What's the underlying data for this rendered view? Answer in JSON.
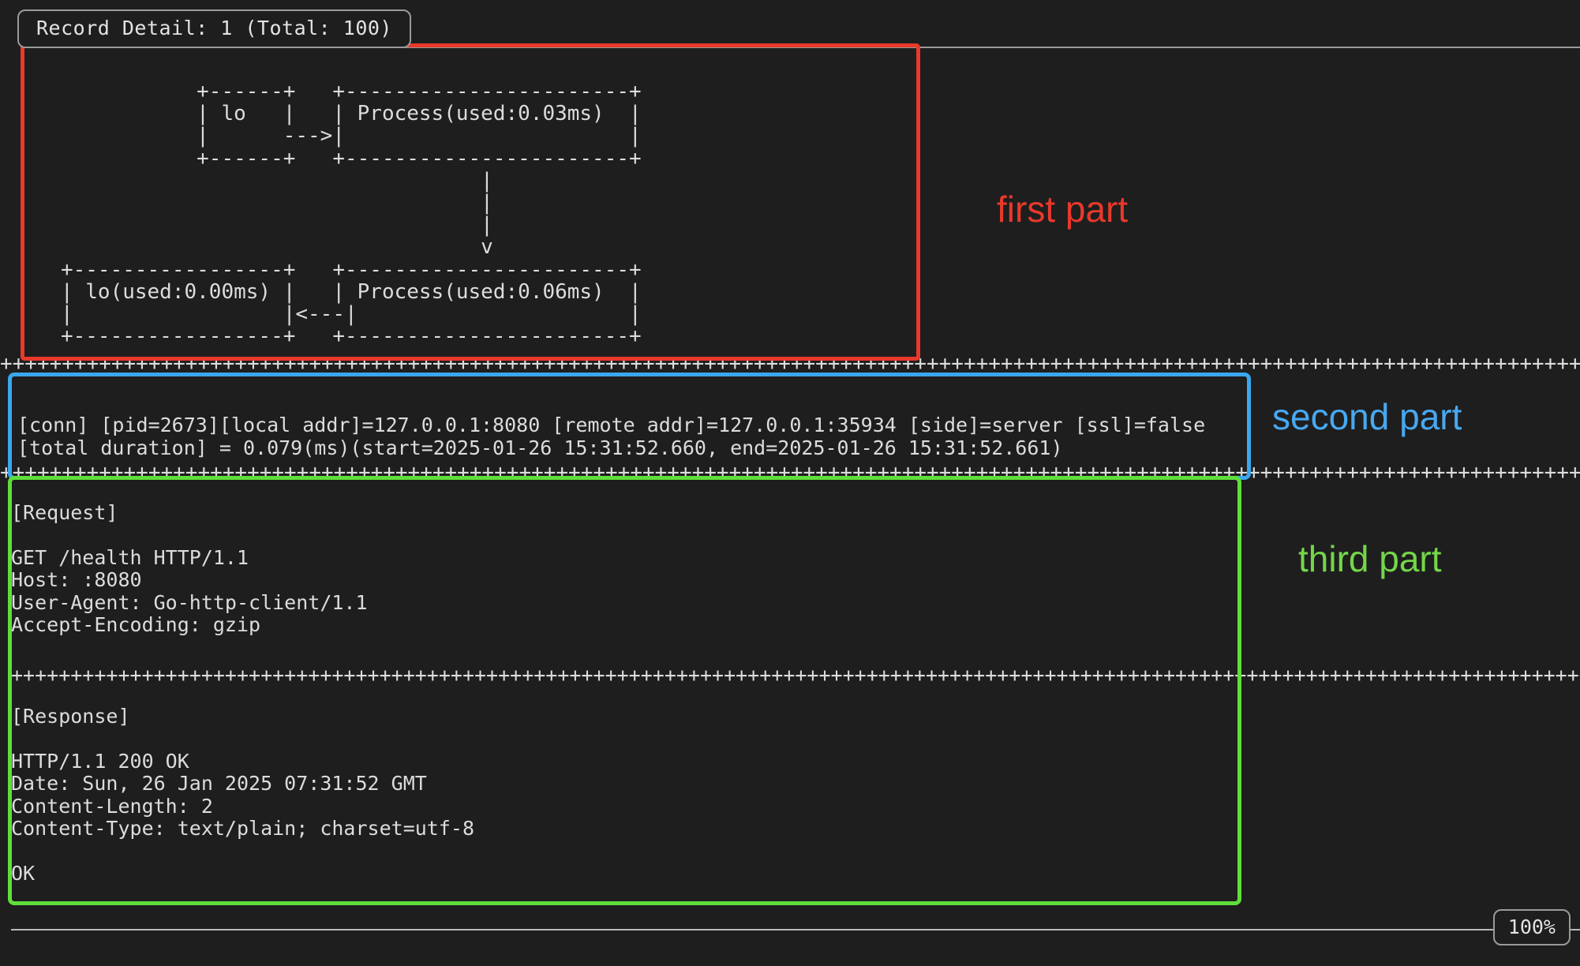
{
  "window": {
    "background_color": "#1e1e1e",
    "text_color": "#d6d6d6"
  },
  "title": {
    "label": "Record Detail: 1 (Total: 100)",
    "record_index": 1,
    "record_total": 100
  },
  "status_bar": {
    "zoom_label": "100%"
  },
  "first_part": {
    "ascii_diagram": "              +------+   +-----------------------+\n              | lo   |   | Process(used:0.03ms)  |\n              |      --->|                       |\n              +------+   +-----------------------+\n                                     |\n                                     |\n                                     |\n                                     v\n   +-----------------+   +-----------------------+\n   | lo(used:0.00ms) |   | Process(used:0.06ms)  |\n   |                 |<---|                      |\n   +-----------------+   +-----------------------+",
    "nodes": [
      {
        "name": "lo",
        "label": "lo"
      },
      {
        "name": "process-in",
        "label": "Process(used:0.03ms)",
        "used_ms": "0.03"
      },
      {
        "name": "lo-out",
        "label": "lo(used:0.00ms)",
        "used_ms": "0.00"
      },
      {
        "name": "process-out",
        "label": "Process(used:0.06ms)",
        "used_ms": "0.06"
      }
    ]
  },
  "separator": {
    "plus_char": "+"
  },
  "second_part": {
    "lines": [
      "[conn] [pid=2673][local addr]=127.0.0.1:8080 [remote addr]=127.0.0.1:35934 [side]=server [ssl]=false",
      "[total duration] = 0.079(ms)(start=2025-01-26 15:31:52.660, end=2025-01-26 15:31:52.661)"
    ],
    "pid": "2673",
    "local_addr": "127.0.0.1:8080",
    "remote_addr": "127.0.0.1:35934",
    "side": "server",
    "ssl": "false",
    "total_duration_ms": "0.079",
    "start": "2025-01-26 15:31:52.660",
    "end": "2025-01-26 15:31:52.661"
  },
  "third_part": {
    "request": {
      "heading": "[Request]",
      "body": "[Request]\n\nGET /health HTTP/1.1\nHost: :8080\nUser-Agent: Go-http-client/1.1\nAccept-Encoding: gzip\n",
      "method": "GET",
      "path": "/health",
      "version": "HTTP/1.1",
      "headers": [
        "Host: :8080",
        "User-Agent: Go-http-client/1.1",
        "Accept-Encoding: gzip"
      ]
    },
    "response": {
      "heading": "[Response]",
      "body": "[Response]\n\nHTTP/1.1 200 OK\nDate: Sun, 26 Jan 2025 07:31:52 GMT\nContent-Length: 2\nContent-Type: text/plain; charset=utf-8\n\nOK",
      "status_line": "HTTP/1.1 200 OK",
      "status_code": "200",
      "headers": [
        "Date: Sun, 26 Jan 2025 07:31:52 GMT",
        "Content-Length: 2",
        "Content-Type: text/plain; charset=utf-8"
      ],
      "payload": "OK"
    }
  },
  "annotations": [
    {
      "name": "first-part",
      "label": "first part",
      "color": "#e8392b"
    },
    {
      "name": "second-part",
      "label": "second part",
      "color": "#48a8f0"
    },
    {
      "name": "third-part",
      "label": "third part",
      "color": "#74d64a"
    }
  ]
}
